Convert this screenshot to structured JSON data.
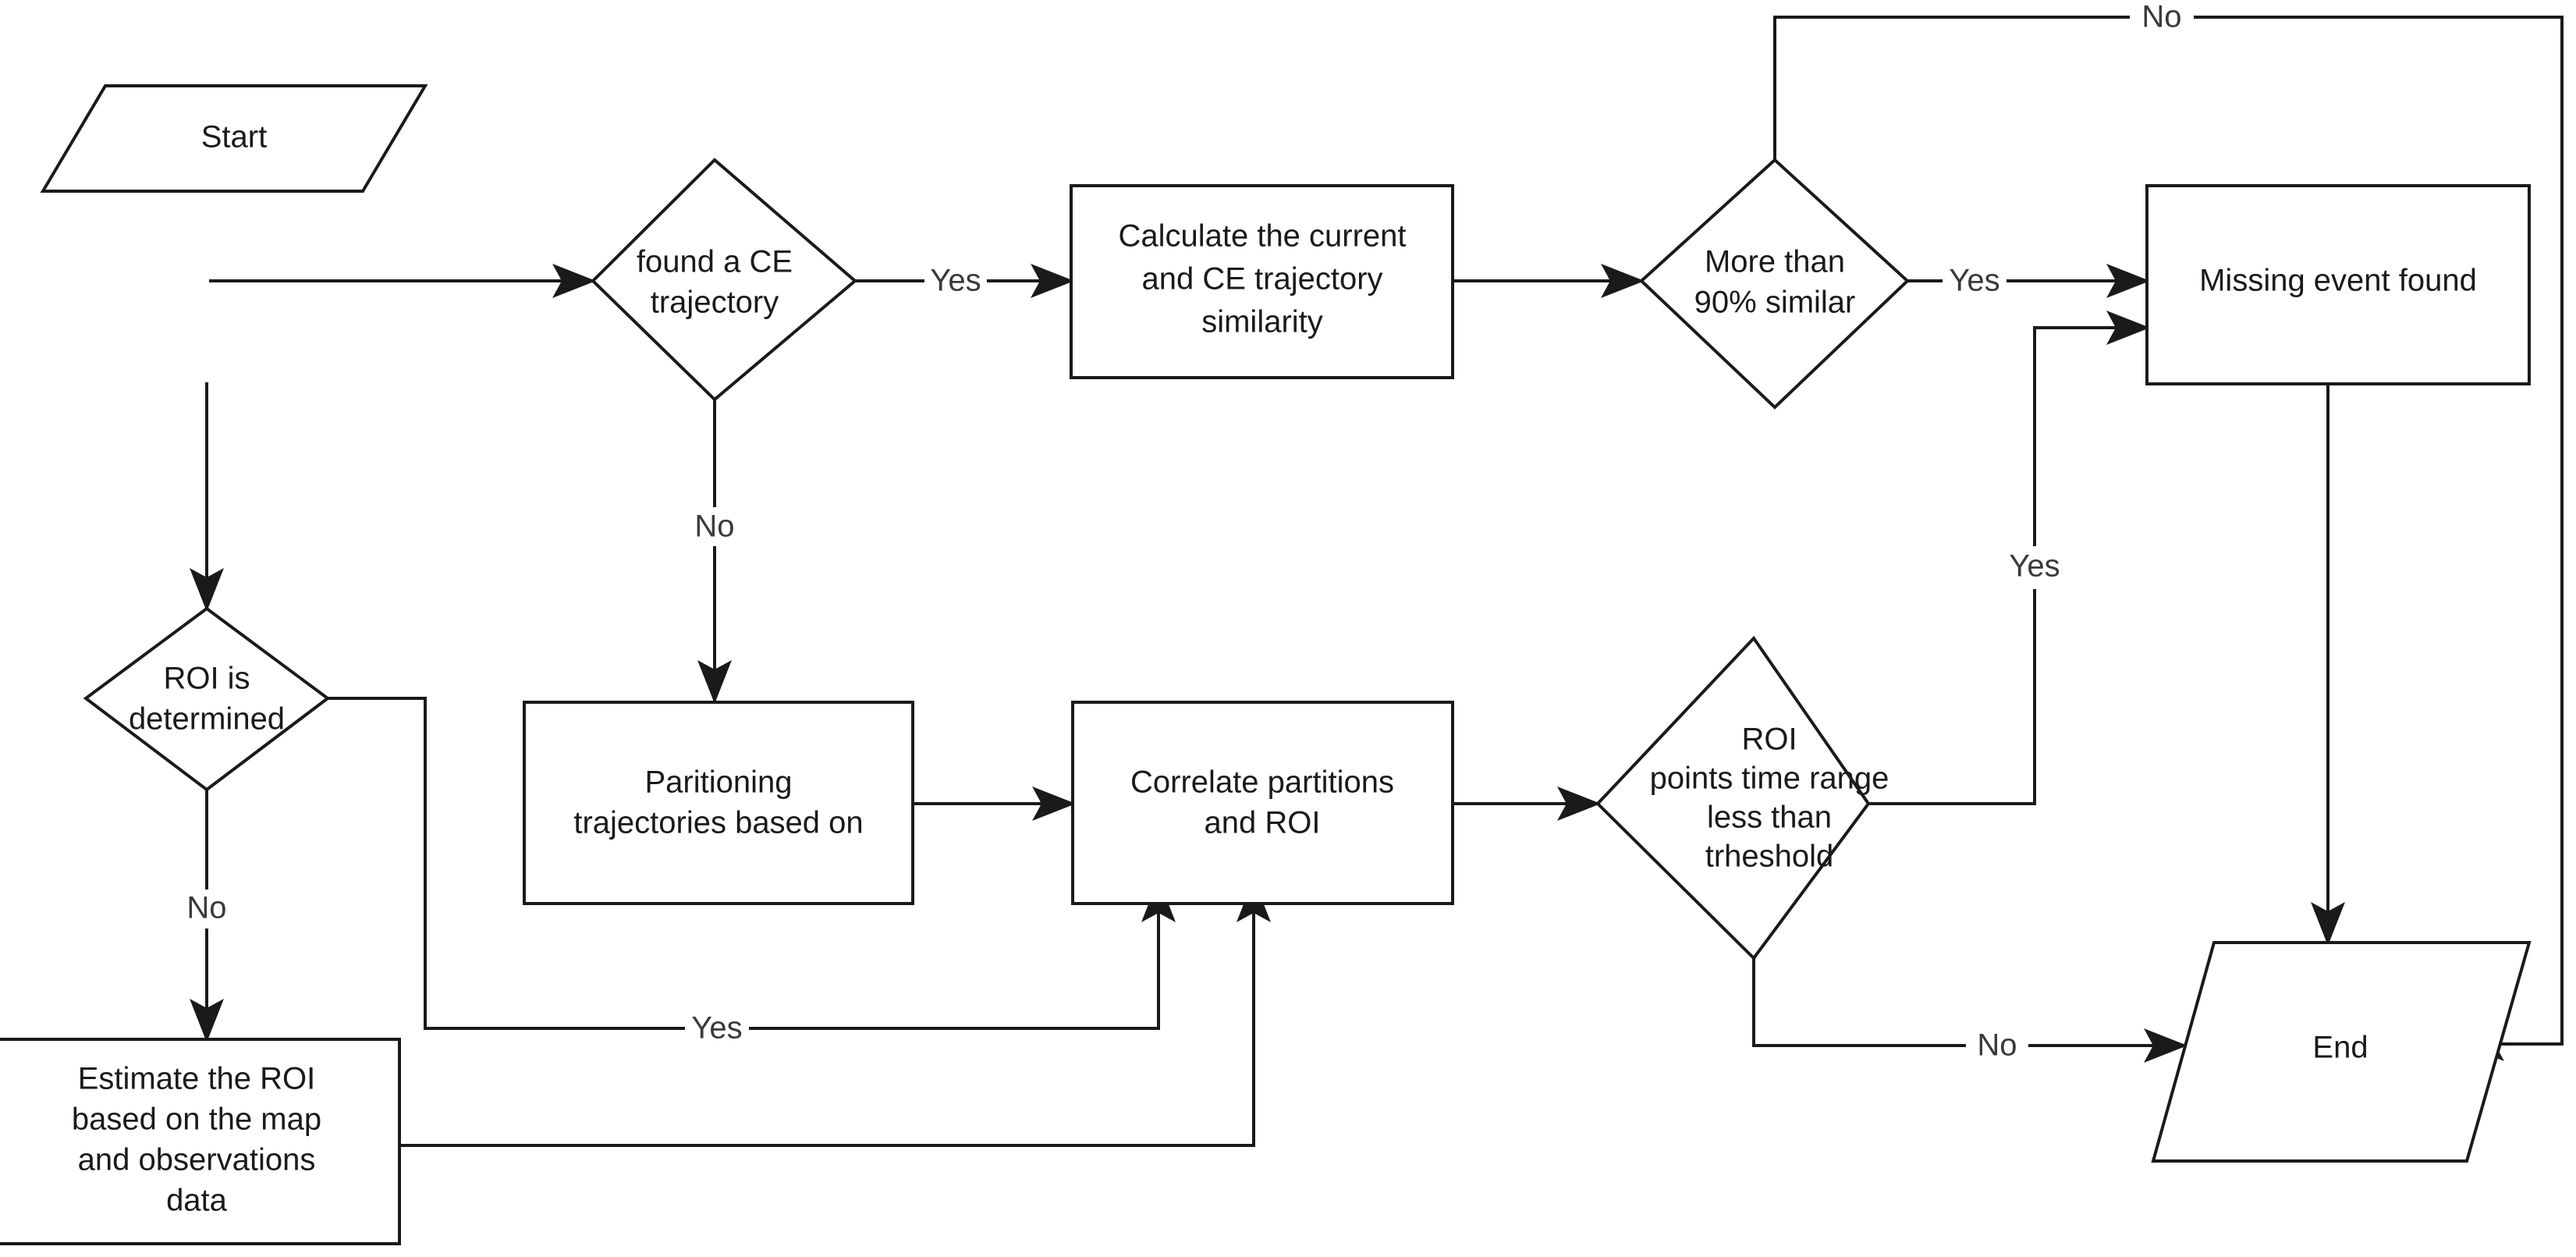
{
  "diagram": {
    "type": "flowchart",
    "title": "Missing event detection flowchart",
    "background_color": "#ffffff",
    "line_color": "#1a1a1a",
    "text_color": "#1a1a1a"
  },
  "nodes": {
    "start": {
      "label": "Start",
      "shape": "parallelogram"
    },
    "found_ce": {
      "label_line1": "found a CE",
      "label_line2": "trajectory",
      "shape": "diamond"
    },
    "calculate_similarity": {
      "label_line1": "Calculate the current",
      "label_line2": "and CE trajectory",
      "label_line3": "similarity",
      "shape": "rectangle"
    },
    "more_than_90": {
      "label_line1": "More than",
      "label_line2": "90% similar",
      "shape": "diamond"
    },
    "missing_event_found": {
      "label": "Missing event found",
      "shape": "rectangle"
    },
    "roi_determined": {
      "label_line1": "ROI is",
      "label_line2": "determined",
      "shape": "diamond"
    },
    "partitioning": {
      "label_line1": "Paritioning",
      "label_line2": "trajectories based on",
      "shape": "rectangle"
    },
    "correlate": {
      "label_line1": "Correlate partitions",
      "label_line2": "and ROI",
      "shape": "rectangle"
    },
    "roi_time_range": {
      "label_line1": "ROI",
      "label_line2": "points time range",
      "label_line3": "less than",
      "label_line4": "trheshold",
      "shape": "diamond"
    },
    "estimate_roi": {
      "label_line1": "Estimate the ROI",
      "label_line2": "based on the map",
      "label_line3": "and observations",
      "label_line4": "data",
      "shape": "rectangle"
    },
    "end": {
      "label": "End",
      "shape": "parallelogram"
    }
  },
  "edge_labels": {
    "found_ce_yes": "Yes",
    "found_ce_no": "No",
    "more_than_90_yes": "Yes",
    "more_than_90_no": "No",
    "roi_determined_no": "No",
    "roi_determined_yes": "Yes",
    "roi_time_range_yes": "Yes",
    "roi_time_range_no": "No"
  }
}
